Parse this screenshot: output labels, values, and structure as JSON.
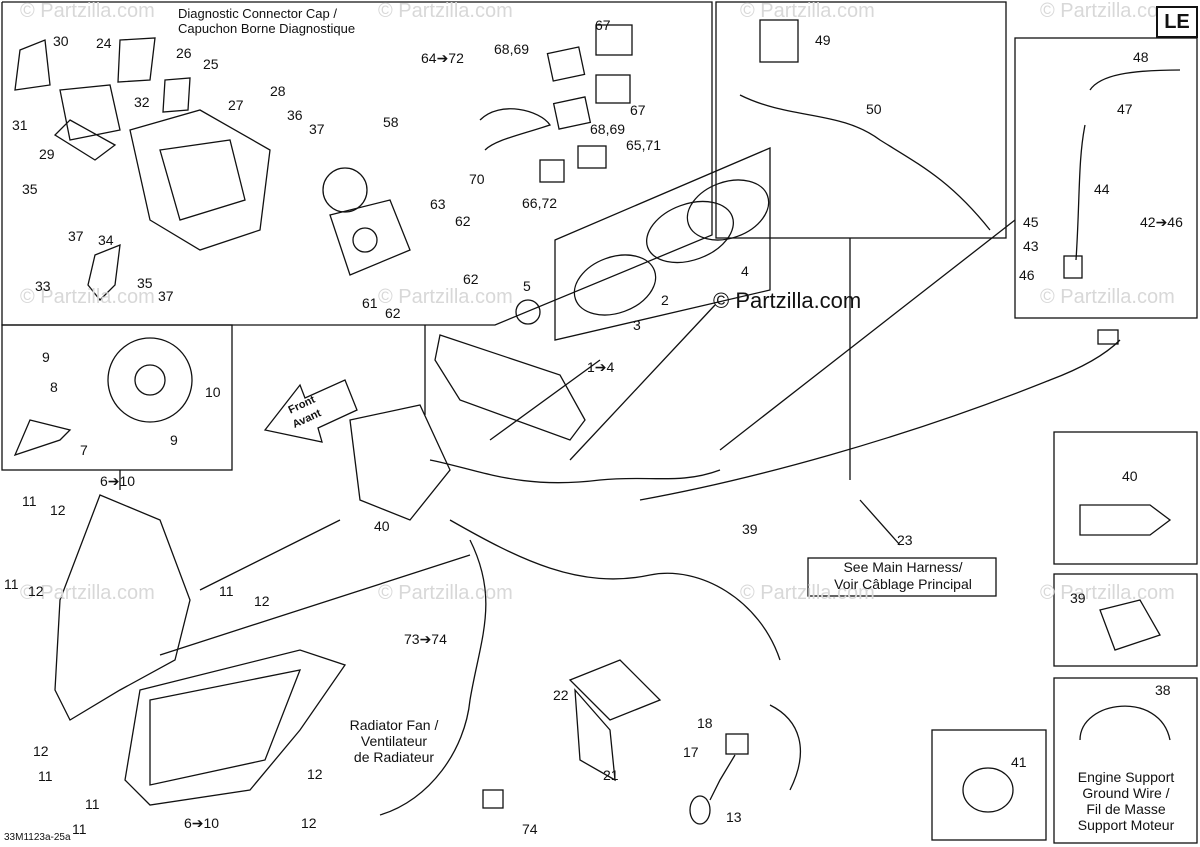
{
  "badge": "LE",
  "copyright": "© Partzilla.com",
  "watermark": "© Partzilla.com",
  "doc_code": "33M1123a-25a",
  "notes": {
    "connector_cap_en": "Diagnostic Connector Cap /",
    "connector_cap_fr": "Capuchon Borne Diagnostique",
    "main_harness_en": "See Main Harness/",
    "main_harness_fr": "Voir Câblage Principal",
    "fan_1": "Radiator Fan /",
    "fan_2": "Ventilateur",
    "fan_3": "de Radiateur",
    "ground_1": "Engine Support",
    "ground_2": "Ground Wire /",
    "ground_3": "Fil de Masse",
    "ground_4": "Support Moteur",
    "front_1": "Front",
    "front_2": "Avant"
  },
  "callouts": [
    "30",
    "24",
    "26",
    "25",
    "31",
    "32",
    "27",
    "28",
    "36",
    "37",
    "29",
    "35",
    "37",
    "34",
    "33",
    "35",
    "37",
    "58",
    "63",
    "62",
    "61",
    "62",
    "62",
    "64➔72",
    "68,69",
    "67",
    "67",
    "68,69",
    "65,71",
    "70",
    "66,72",
    "49",
    "50",
    "48",
    "47",
    "44",
    "45",
    "43",
    "42➔46",
    "46",
    "5",
    "2",
    "3",
    "4",
    "1➔4",
    "9",
    "10",
    "8",
    "7",
    "9",
    "6➔10",
    "11",
    "12",
    "11",
    "12",
    "11",
    "12",
    "12",
    "11",
    "12",
    "11",
    "11",
    "12",
    "6➔10",
    "40",
    "39",
    "23",
    "40",
    "39",
    "38",
    "41",
    "73➔74",
    "22",
    "21",
    "18",
    "17",
    "13",
    "74"
  ]
}
